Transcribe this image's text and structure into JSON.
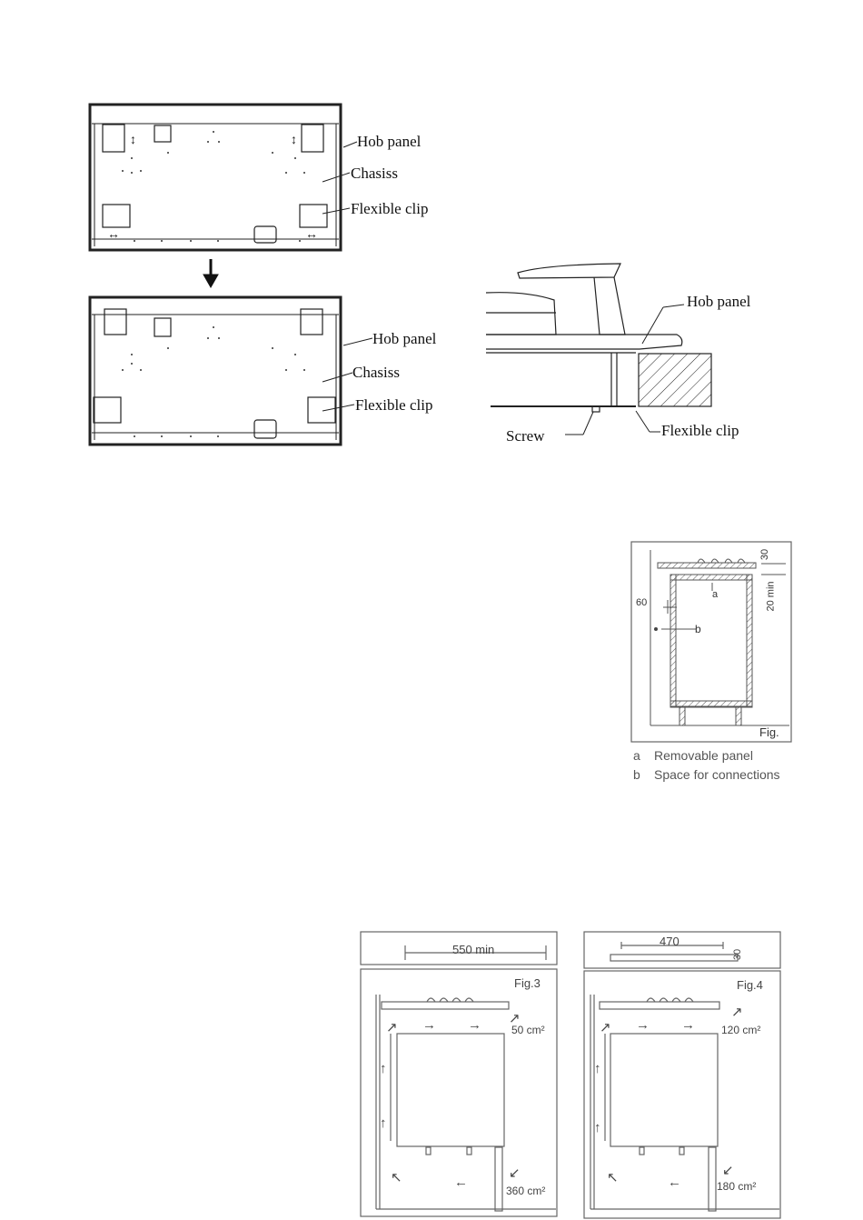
{
  "diagram1": {
    "top": {
      "hob_panel": "Hob panel",
      "chassis": "Chasiss",
      "flexible_clip": "Flexible clip"
    },
    "bottom": {
      "hob_panel": "Hob panel",
      "chassis": "Chasiss",
      "flexible_clip": "Flexible clip"
    }
  },
  "section_view": {
    "hob_panel": "Hob panel",
    "flexible_clip": "Flexible clip",
    "screw": "Screw"
  },
  "cabinet_fig": {
    "dim_30": "30",
    "dim_20min": "20 min",
    "dim_60": "60",
    "marker_a": "a",
    "marker_b": "b",
    "fig_label": "Fig.",
    "legend": [
      {
        "key": "a",
        "text": "Removable panel"
      },
      {
        "key": "b",
        "text": "Space for connections"
      }
    ]
  },
  "fig3": {
    "dim_top": "550 min",
    "title": "Fig.3",
    "vent_top": "50 cm²",
    "vent_bottom": "360 cm²"
  },
  "fig4": {
    "dim_top": "470",
    "dim_side": "30",
    "title": "Fig.4",
    "vent_top": "120 cm²",
    "vent_bottom": "180 cm²"
  }
}
